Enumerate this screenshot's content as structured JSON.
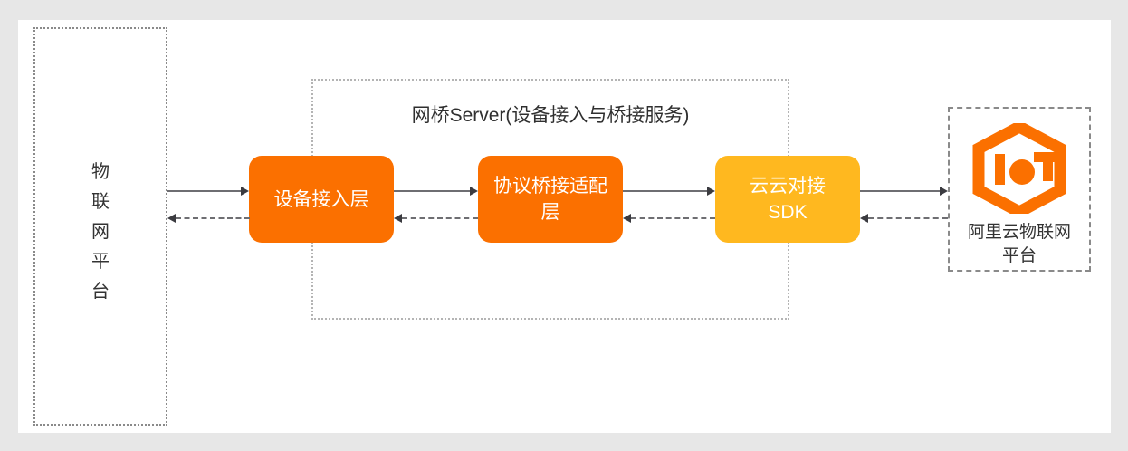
{
  "diagram": {
    "background_color": "#e7e7e7",
    "canvas_color": "#ffffff",
    "left_node": {
      "label_chars": [
        "物",
        "联",
        "网",
        "平",
        "台"
      ],
      "full_label": "物联网平台",
      "border_style": "dotted"
    },
    "bridge_server": {
      "title": "网桥Server(设备接入与桥接服务)",
      "border_style": "dotted",
      "boxes": [
        {
          "label": "设备接入层",
          "color": "#fb7000",
          "name": "device-access-layer"
        },
        {
          "label": "协议桥接适配层",
          "color": "#fb7000",
          "name": "protocol-bridge-adapter-layer"
        },
        {
          "label": "云云对接\nSDK",
          "line1": "云云对接",
          "line2": "SDK",
          "color": "#ffb81f",
          "name": "cloud-to-cloud-sdk"
        }
      ]
    },
    "right_node": {
      "logo_name": "iot-hexagon-logo",
      "logo_color": "#fb7000",
      "label_line1": "阿里云物联网",
      "label_line2": "平台",
      "full_label": "阿里云物联网平台",
      "border_style": "dashed"
    },
    "connectors": {
      "forward_style": "solid-arrow-right",
      "reverse_style": "dashed-arrow-left",
      "line_color": "#6e6e72",
      "arrow_color": "#3b3b40"
    }
  }
}
